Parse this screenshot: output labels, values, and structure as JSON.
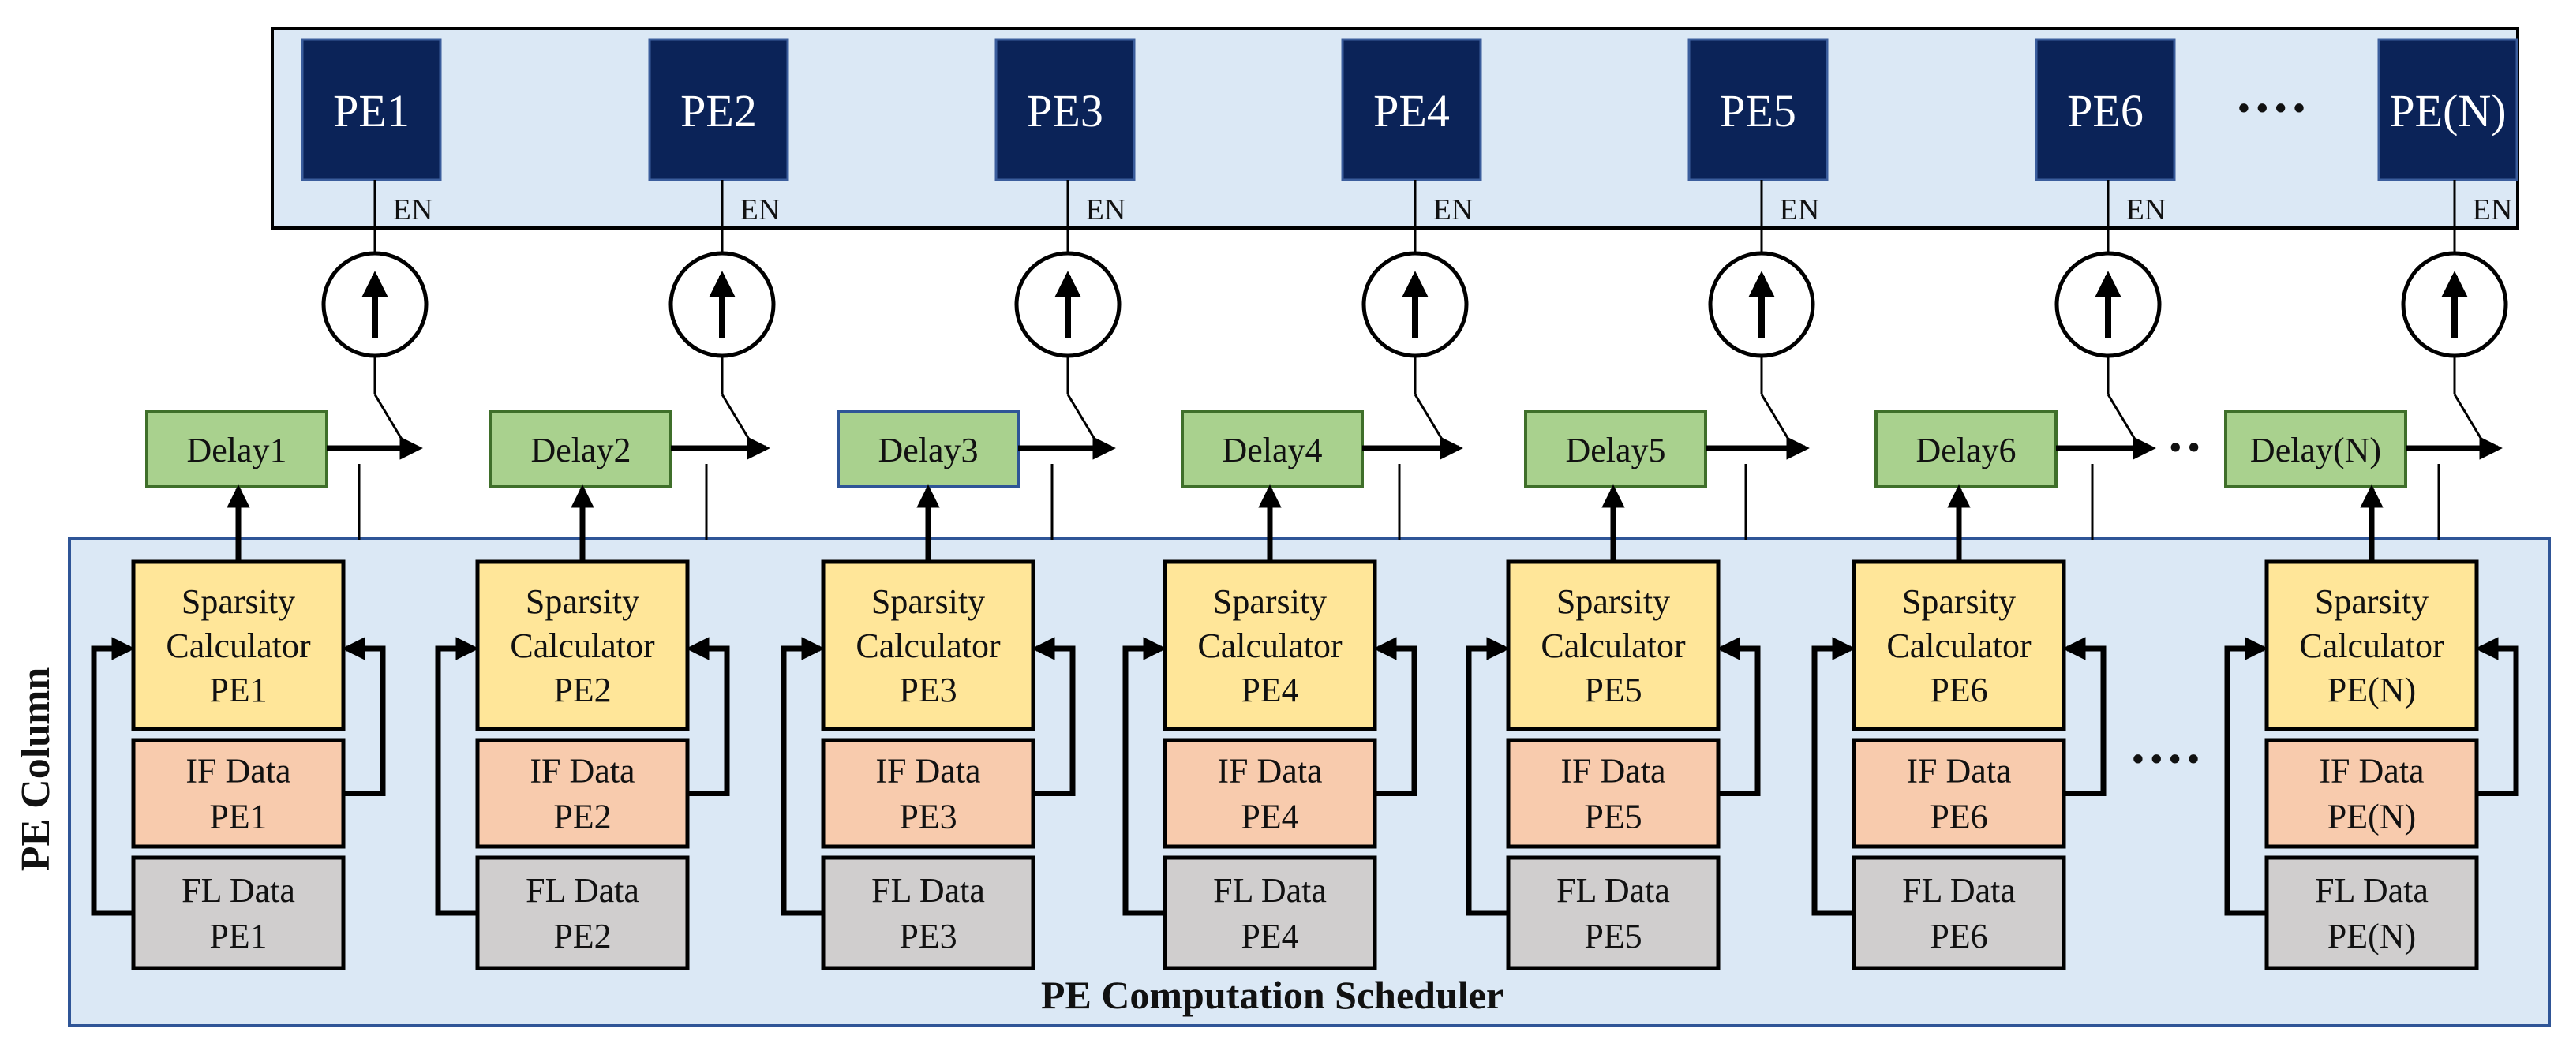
{
  "pe_row": {
    "pes": [
      "PE1",
      "PE2",
      "PE3",
      "PE4",
      "PE5",
      "PE6",
      "PE(N)"
    ],
    "ellipsis": "····",
    "enable_label": "EN"
  },
  "delay_row": {
    "delays": [
      "Delay1",
      "Delay2",
      "Delay3",
      "Delay4",
      "Delay5",
      "Delay6",
      "Delay(N)"
    ],
    "ellipsis": "··"
  },
  "scheduler": {
    "title": "PE Computation Scheduler",
    "side_label": "PE Column",
    "ellipsis": "····",
    "columns": [
      {
        "sparsity": [
          "Sparsity",
          "Calculator",
          "PE1"
        ],
        "if_data": [
          "IF Data",
          "PE1"
        ],
        "fl_data": [
          "FL Data",
          "PE1"
        ]
      },
      {
        "sparsity": [
          "Sparsity",
          "Calculator",
          "PE2"
        ],
        "if_data": [
          "IF Data",
          "PE2"
        ],
        "fl_data": [
          "FL Data",
          "PE2"
        ]
      },
      {
        "sparsity": [
          "Sparsity",
          "Calculator",
          "PE3"
        ],
        "if_data": [
          "IF Data",
          "PE3"
        ],
        "fl_data": [
          "FL Data",
          "PE3"
        ]
      },
      {
        "sparsity": [
          "Sparsity",
          "Calculator",
          "PE4"
        ],
        "if_data": [
          "IF Data",
          "PE4"
        ],
        "fl_data": [
          "FL Data",
          "PE4"
        ]
      },
      {
        "sparsity": [
          "Sparsity",
          "Calculator",
          "PE5"
        ],
        "if_data": [
          "IF Data",
          "PE5"
        ],
        "fl_data": [
          "FL Data",
          "PE5"
        ]
      },
      {
        "sparsity": [
          "Sparsity",
          "Calculator",
          "PE6"
        ],
        "if_data": [
          "IF Data",
          "PE6"
        ],
        "fl_data": [
          "FL Data",
          "PE6"
        ]
      },
      {
        "sparsity": [
          "Sparsity",
          "Calculator",
          "PE(N)"
        ],
        "if_data": [
          "IF Data",
          "PE(N)"
        ],
        "fl_data": [
          "FL Data",
          "PE(N)"
        ]
      }
    ]
  },
  "colors": {
    "panel_fill": "#dbe8f5",
    "panel_stroke": "#2f5597",
    "pe_fill": "#0b2358",
    "delay_fill": "#a9d18e",
    "sparsity_fill": "#ffe699",
    "if_fill": "#f8cbad",
    "fl_fill": "#d0cece"
  }
}
